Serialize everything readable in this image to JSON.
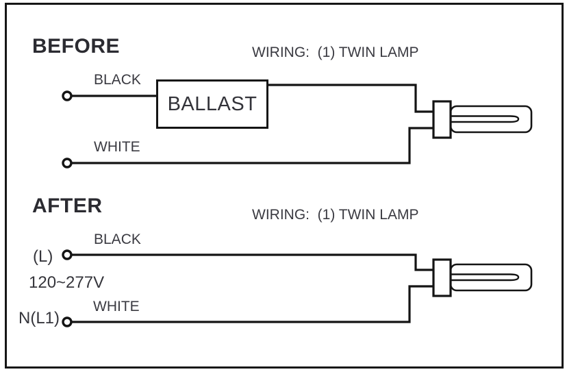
{
  "colors": {
    "background": "#ffffff",
    "line": "#141414",
    "text": "#3a3a41",
    "heading": "#2b2b31"
  },
  "before": {
    "title": "BEFORE",
    "wiring_label": "WIRING:  (1) TWIN LAMP",
    "wire_labels": {
      "hot": "BLACK",
      "neutral": "WHITE"
    },
    "ballast_label": "BALLAST"
  },
  "after": {
    "title": "AFTER",
    "wiring_label": "WIRING:  (1) TWIN LAMP",
    "wire_labels": {
      "hot": "BLACK",
      "neutral": "WHITE"
    },
    "terminal_labels": {
      "line": "(L)",
      "voltage_range": "120~277V",
      "neutral": "N(L1)"
    }
  },
  "icons": {
    "lamp": "twin-lamp-icon",
    "terminal": "wire-end-terminal-icon",
    "ballast": "ballast-box"
  }
}
